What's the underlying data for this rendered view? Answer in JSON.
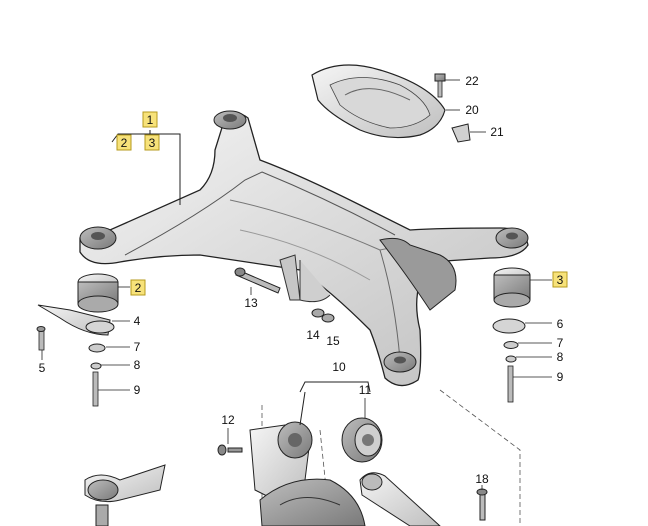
{
  "colors": {
    "highlight": "#f7e27a",
    "line": "#222222",
    "part_fill": "#e4e4e4",
    "part_shadow": "#bdbdbd"
  },
  "callouts": {
    "c1": "1",
    "c2a": "2",
    "c3a": "3",
    "c2b": "2",
    "c3b": "3",
    "c4": "4",
    "c5": "5",
    "c6": "6",
    "c7a": "7",
    "c7b": "7",
    "c8a": "8",
    "c8b": "8",
    "c9a": "9",
    "c9b": "9",
    "c10": "10",
    "c11": "11",
    "c12": "12",
    "c13": "13",
    "c14": "14",
    "c15": "15",
    "c18": "18",
    "c20": "20",
    "c21": "21",
    "c22": "22"
  }
}
